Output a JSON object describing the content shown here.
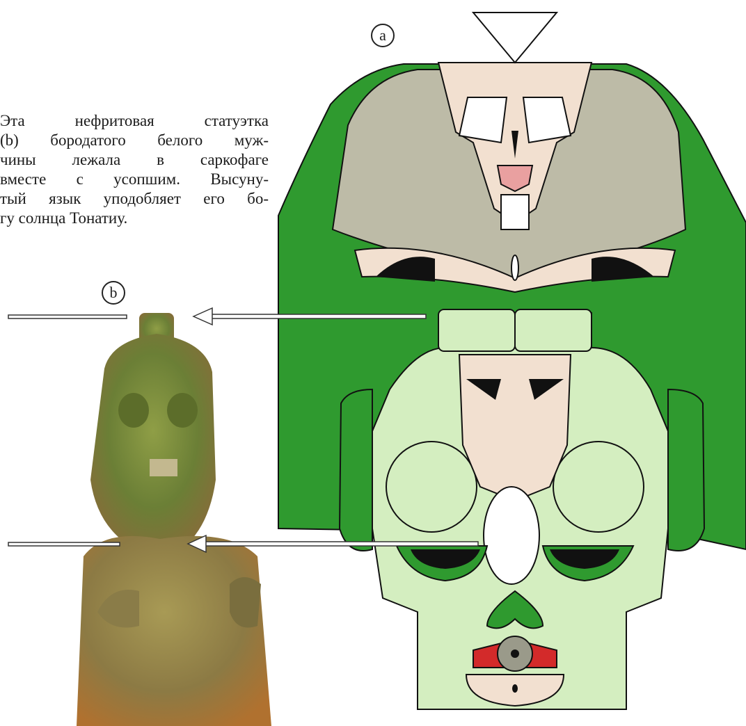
{
  "caption": {
    "lines": [
      "Эта нефритовая статуэтка",
      "(b) бородатого белого муж-",
      "чины лежала в саркофаге",
      "вместе с усопшим. Высуну-",
      "тый язык уподобляет его бо-",
      "гу солнца Тонатиу."
    ]
  },
  "labels": {
    "a": "a",
    "b": "b"
  },
  "colors": {
    "dark_green": "#2f9a2f",
    "light_green": "#d4eec0",
    "gray": "#bdbba7",
    "skin": "#f2e0d0",
    "red": "#d32a2a",
    "pink": "#e9a0a0",
    "jade": "#6f8a3a"
  }
}
